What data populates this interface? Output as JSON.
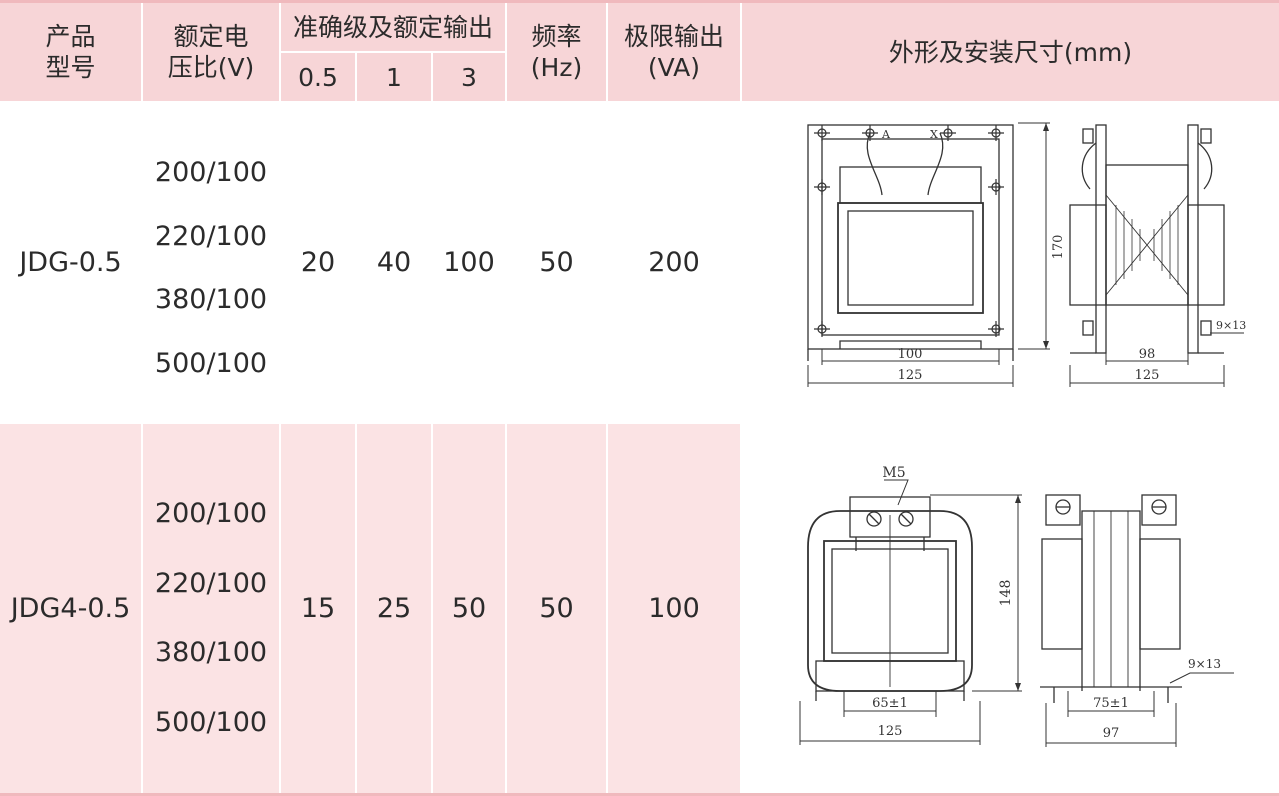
{
  "header": {
    "model": "产品\n型号",
    "ratio": "额定电\n压比(V)",
    "accuracy_group": "准确级及额定输出",
    "accuracy_classes": [
      "0.5",
      "1",
      "3"
    ],
    "frequency": "频率\n(Hz)",
    "limit_output": "极限输出\n(VA)",
    "dimensions": "外形及安装尺寸(mm)"
  },
  "rows": [
    {
      "model": "JDG-0.5",
      "ratios": [
        "200/100",
        "220/100",
        "380/100",
        "500/100"
      ],
      "outputs": [
        "20",
        "40",
        "100"
      ],
      "frequency": "50",
      "limit_output": "200",
      "drawing": {
        "terminal_a": "A",
        "terminal_x": "X",
        "height": "170",
        "slot": "9×13",
        "front_mount": "100",
        "front_width": "125",
        "side_mount": "98",
        "side_width": "125"
      }
    },
    {
      "model": "JDG4-0.5",
      "ratios": [
        "200/100",
        "220/100",
        "380/100",
        "500/100"
      ],
      "outputs": [
        "15",
        "25",
        "50"
      ],
      "frequency": "50",
      "limit_output": "100",
      "drawing": {
        "screw": "M5",
        "height": "148",
        "slot": "9×13",
        "front_mount": "65±1",
        "front_width": "125",
        "side_mount": "75±1",
        "side_width": "97"
      }
    }
  ],
  "colors": {
    "header_bg": "#f7d5d7",
    "row_alt_bg": "#fbe3e4",
    "border": "#f0b9bd",
    "text": "#2b2b2b"
  }
}
